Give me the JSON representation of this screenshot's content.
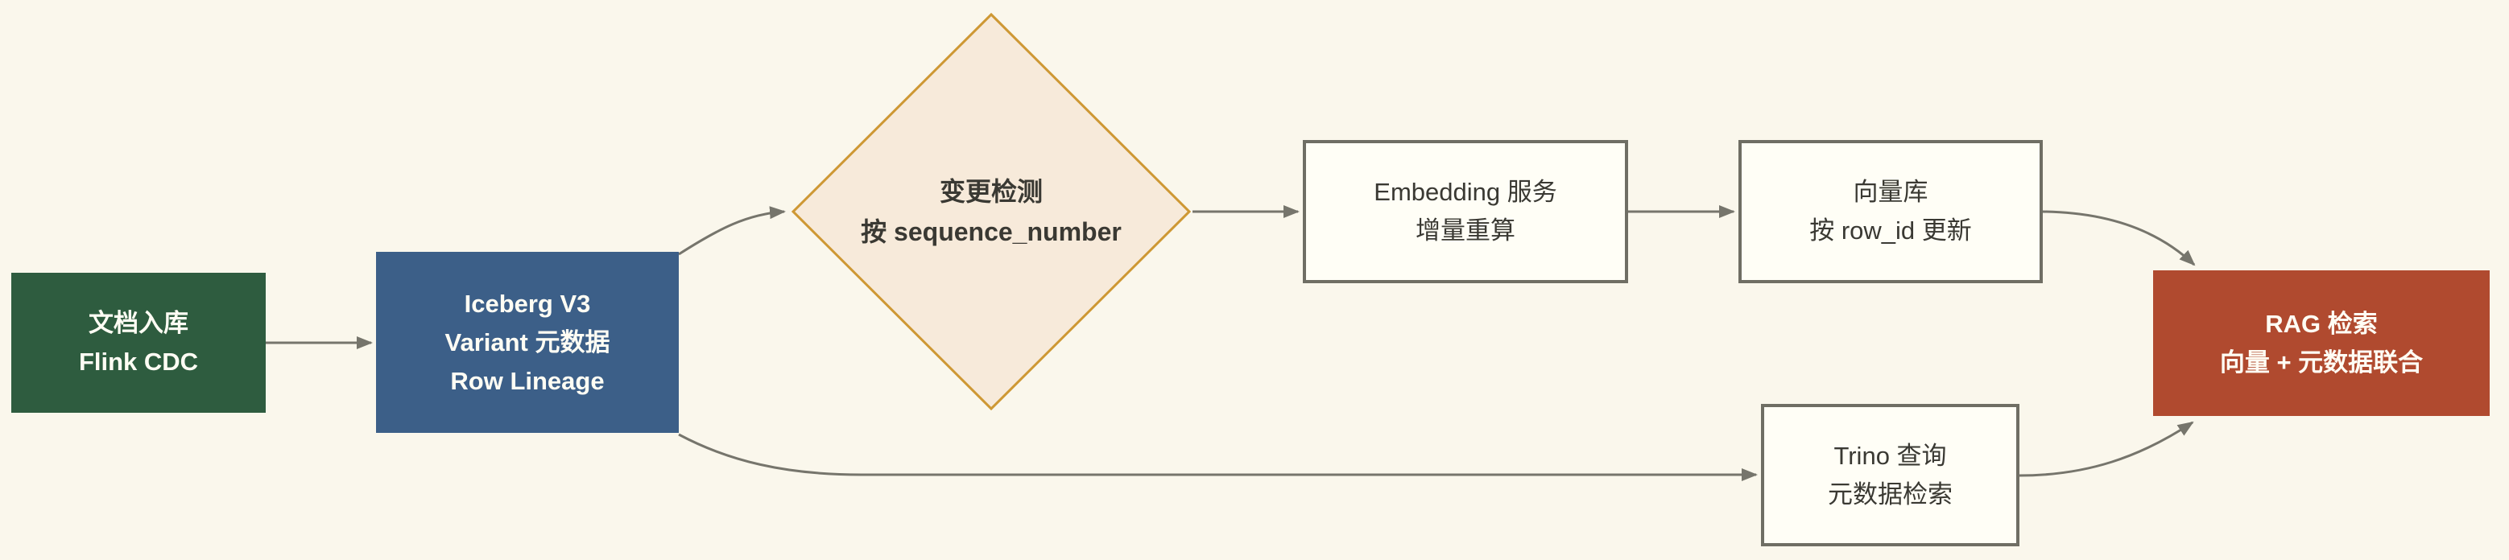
{
  "diagram": {
    "background_color": "#FAF7EC",
    "edge_color": "#76756C",
    "outlined_box_fill": "#FFFEF6",
    "outlined_box_border": "#6F6E64"
  },
  "nodes": {
    "doc_ingest": {
      "shape": "rect",
      "fill": "#2E5C3F",
      "text_color": "#FFFDF4",
      "label_lines": [
        "文档入库",
        "Flink CDC"
      ]
    },
    "iceberg": {
      "shape": "rect",
      "fill": "#3C5F88",
      "text_color": "#FFFDF4",
      "label_lines": [
        "Iceberg V3",
        "Variant 元数据",
        "Row Lineage"
      ]
    },
    "change_detection": {
      "shape": "diamond",
      "fill": "#F7EADA",
      "border_color": "#CE9834",
      "text_color": "#3A3933",
      "label_lines": [
        "变更检测",
        "按 sequence_number"
      ]
    },
    "embedding": {
      "shape": "rect",
      "fill": "#FFFEF6",
      "border_color": "#6F6E64",
      "text_color": "#3A3933",
      "label_lines": [
        "Embedding 服务",
        "增量重算"
      ]
    },
    "vector_store": {
      "shape": "rect",
      "fill": "#FFFEF6",
      "border_color": "#6F6E64",
      "text_color": "#3A3933",
      "label_lines": [
        "向量库",
        "按 row_id 更新"
      ]
    },
    "trino": {
      "shape": "rect",
      "fill": "#FFFEF6",
      "border_color": "#6F6E64",
      "text_color": "#3A3933",
      "label_lines": [
        "Trino 查询",
        "元数据检索"
      ]
    },
    "rag": {
      "shape": "rect",
      "fill": "#B04A2F",
      "text_color": "#FFFDF4",
      "label_lines": [
        "RAG 检索",
        "向量 + 元数据联合"
      ]
    }
  },
  "edges": [
    {
      "from": "doc_ingest",
      "to": "iceberg"
    },
    {
      "from": "iceberg",
      "to": "change_detection"
    },
    {
      "from": "change_detection",
      "to": "embedding"
    },
    {
      "from": "embedding",
      "to": "vector_store"
    },
    {
      "from": "vector_store",
      "to": "rag"
    },
    {
      "from": "iceberg",
      "to": "trino"
    },
    {
      "from": "trino",
      "to": "rag"
    }
  ]
}
